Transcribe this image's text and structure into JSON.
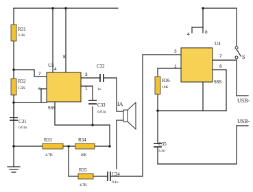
{
  "components": {
    "r31": {
      "ref": "R31",
      "value": "3.3K"
    },
    "r32": {
      "ref": "R32",
      "value": "1.5K"
    },
    "r33": {
      "ref": "R33",
      "value": "4.7K"
    },
    "r34": {
      "ref": "R34",
      "value": "10K"
    },
    "r35": {
      "ref": "R35",
      "value": "4.7K"
    },
    "r36": {
      "ref": "R36",
      "value": "10K"
    },
    "c31": {
      "ref": "C31",
      "value": "0.01u"
    },
    "c32": {
      "ref": "C32",
      "value": "1u"
    },
    "c33": {
      "ref": "C33",
      "value": "0.01u"
    },
    "c34": {
      "ref": "C34",
      "value": "0.1u"
    },
    "c35": {
      "ref": "C35",
      "value": "3.3u"
    },
    "u3": {
      "ref": "U3",
      "type": "555"
    },
    "u4": {
      "ref": "U4",
      "type": "555"
    },
    "speaker": {
      "ref": "IA"
    },
    "switch": {
      "ref": "S"
    }
  },
  "pins": {
    "u3_4": "4",
    "u3_8": "8",
    "u3_7": "7",
    "u3_3": "3",
    "u3_6": "6",
    "u3_1": "1",
    "u4_8": "8",
    "u4_4": "4",
    "u4_3": "3",
    "u4_7": "7",
    "u4_1": "1",
    "u4_6": "6"
  },
  "terminals": {
    "usb_top": "USB-",
    "usb_bottom": "USB-"
  }
}
